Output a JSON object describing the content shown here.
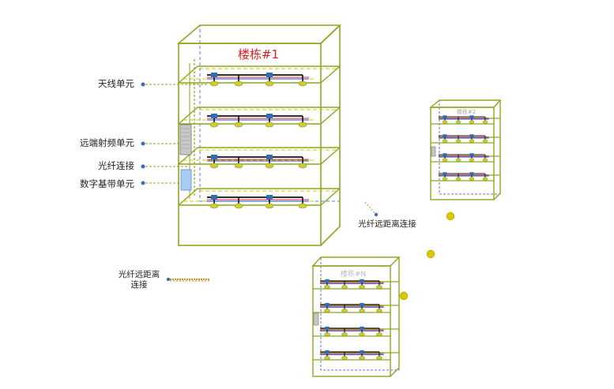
{
  "diagram": {
    "buildings": [
      {
        "id": "main",
        "title": "楼栋#1",
        "floors": 4
      },
      {
        "id": "upper-right",
        "title": "楼栋#2",
        "floors": 4
      },
      {
        "id": "lower-middle",
        "title": "楼栋#N",
        "floors": 4
      }
    ],
    "legend": {
      "antenna_unit": "天线单元",
      "remote_rf_unit": "远端射频单元",
      "fiber_connection": "光纤连接",
      "baseband_unit": "数字基带单元"
    },
    "long_fiber_right": "光纤远距离连接",
    "long_fiber_left_line1": "光纤远距离",
    "long_fiber_left_line2": "连接",
    "colors": {
      "frame": "#8fa61e",
      "frame_back": "#5b7bd6",
      "floor_dash": "#9ab21a",
      "cable_black": "#111111",
      "cable_blue": "#4a6fd6",
      "cable_red": "#e0282a",
      "connector": "#2f6fb8",
      "antenna": "#cccc33",
      "dots": "#d9c800"
    }
  }
}
